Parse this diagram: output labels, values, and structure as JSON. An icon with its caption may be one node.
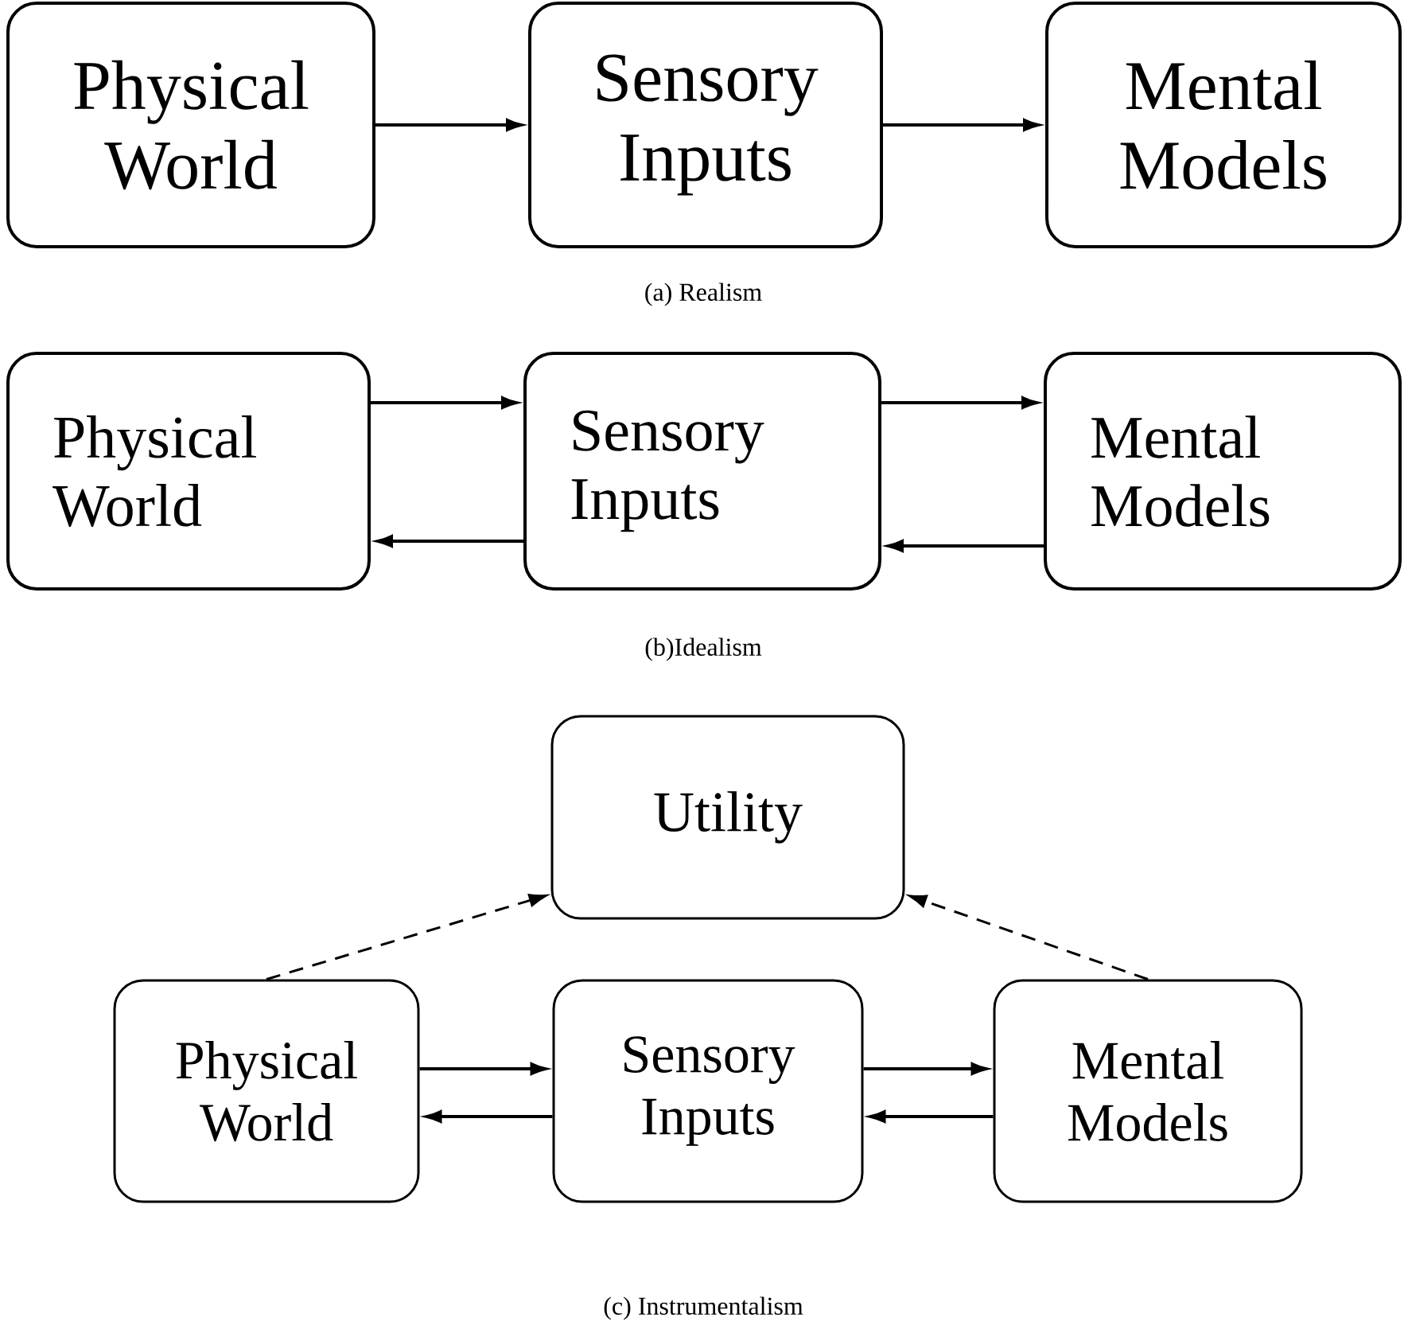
{
  "diagram": {
    "nodes": [
      {
        "text": [
          "Physical World"
        ]
      },
      {
        "text": [
          "Sensory Inputs"
        ]
      },
      {
        "text": [
          "Mental Models"
        ]
      },
      {
        "text": [
          "Physical World"
        ]
      },
      {
        "text": [
          "Sensory Inputs"
        ]
      },
      {
        "text": [
          "Mental Models"
        ]
      },
      {
        "text": [
          "Utility"
        ]
      },
      {
        "text": [
          "Physical World"
        ]
      },
      {
        "text": [
          "Sensory Inputs"
        ]
      },
      {
        "text": [
          "Mental Models"
        ]
      }
    ],
    "edges": [
      {
        "from": 0,
        "to": 1,
        "arrow": "to"
      },
      {
        "from": 1,
        "to": 2,
        "arrow": "to"
      },
      {
        "from": 3,
        "to": 4,
        "arrow": "to"
      },
      {
        "from": 4,
        "to": 3,
        "arrow": "to"
      },
      {
        "from": 4,
        "to": 5,
        "arrow": "to"
      },
      {
        "from": 5,
        "to": 4,
        "arrow": "to"
      },
      {
        "from": 7,
        "to": 6,
        "arrow": "to",
        "style": "dashed"
      },
      {
        "from": 9,
        "to": 6,
        "arrow": "to",
        "style": "dashed"
      },
      {
        "from": 7,
        "to": 8,
        "arrow": "to"
      },
      {
        "from": 8,
        "to": 7,
        "arrow": "to"
      },
      {
        "from": 8,
        "to": 9,
        "arrow": "to"
      },
      {
        "from": 9,
        "to": 8,
        "arrow": "to"
      }
    ],
    "labels": [
      "(a) Realism",
      "(b)Idealism",
      "(c) Instrumentalism"
    ]
  }
}
